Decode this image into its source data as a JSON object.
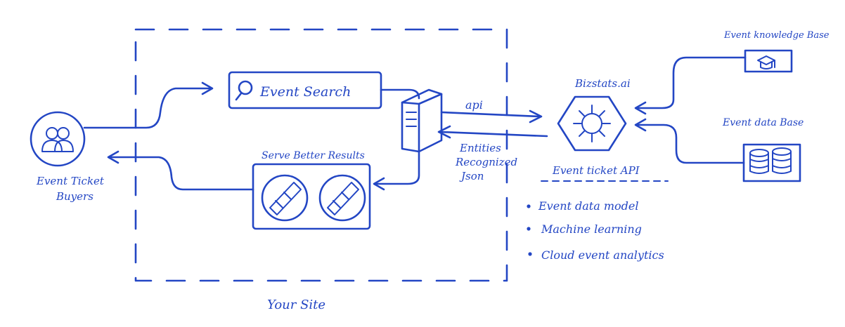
{
  "labels": {
    "event_ticket_buyers_line1": "Event Ticket",
    "event_ticket_buyers_line2": "Buyers",
    "event_search": "Event Search",
    "serve_better_results": "Serve Better Results",
    "api": "api",
    "entities_line1": "Entities",
    "entities_line2": "Recognized",
    "entities_line3": "Json",
    "bizstats": "Bizstats.ai",
    "event_ticket_api": "Event ticket API",
    "event_knowledge_base": "Event knowledge Base",
    "event_data_base": "Event data Base",
    "your_site": "Your Site"
  },
  "features": [
    "Event data model",
    "Machine learning",
    "Cloud event analytics"
  ],
  "colors": {
    "ink": "#2346c4",
    "background": "#ffffff"
  },
  "icons": {
    "buyers": "users-icon",
    "search": "search-icon",
    "server": "server-icon",
    "bizstats": "hexagon-network-icon",
    "knowledge_base": "graduation-cap-icon",
    "data_base": "database-icon",
    "ticket": "ticket-icon"
  }
}
